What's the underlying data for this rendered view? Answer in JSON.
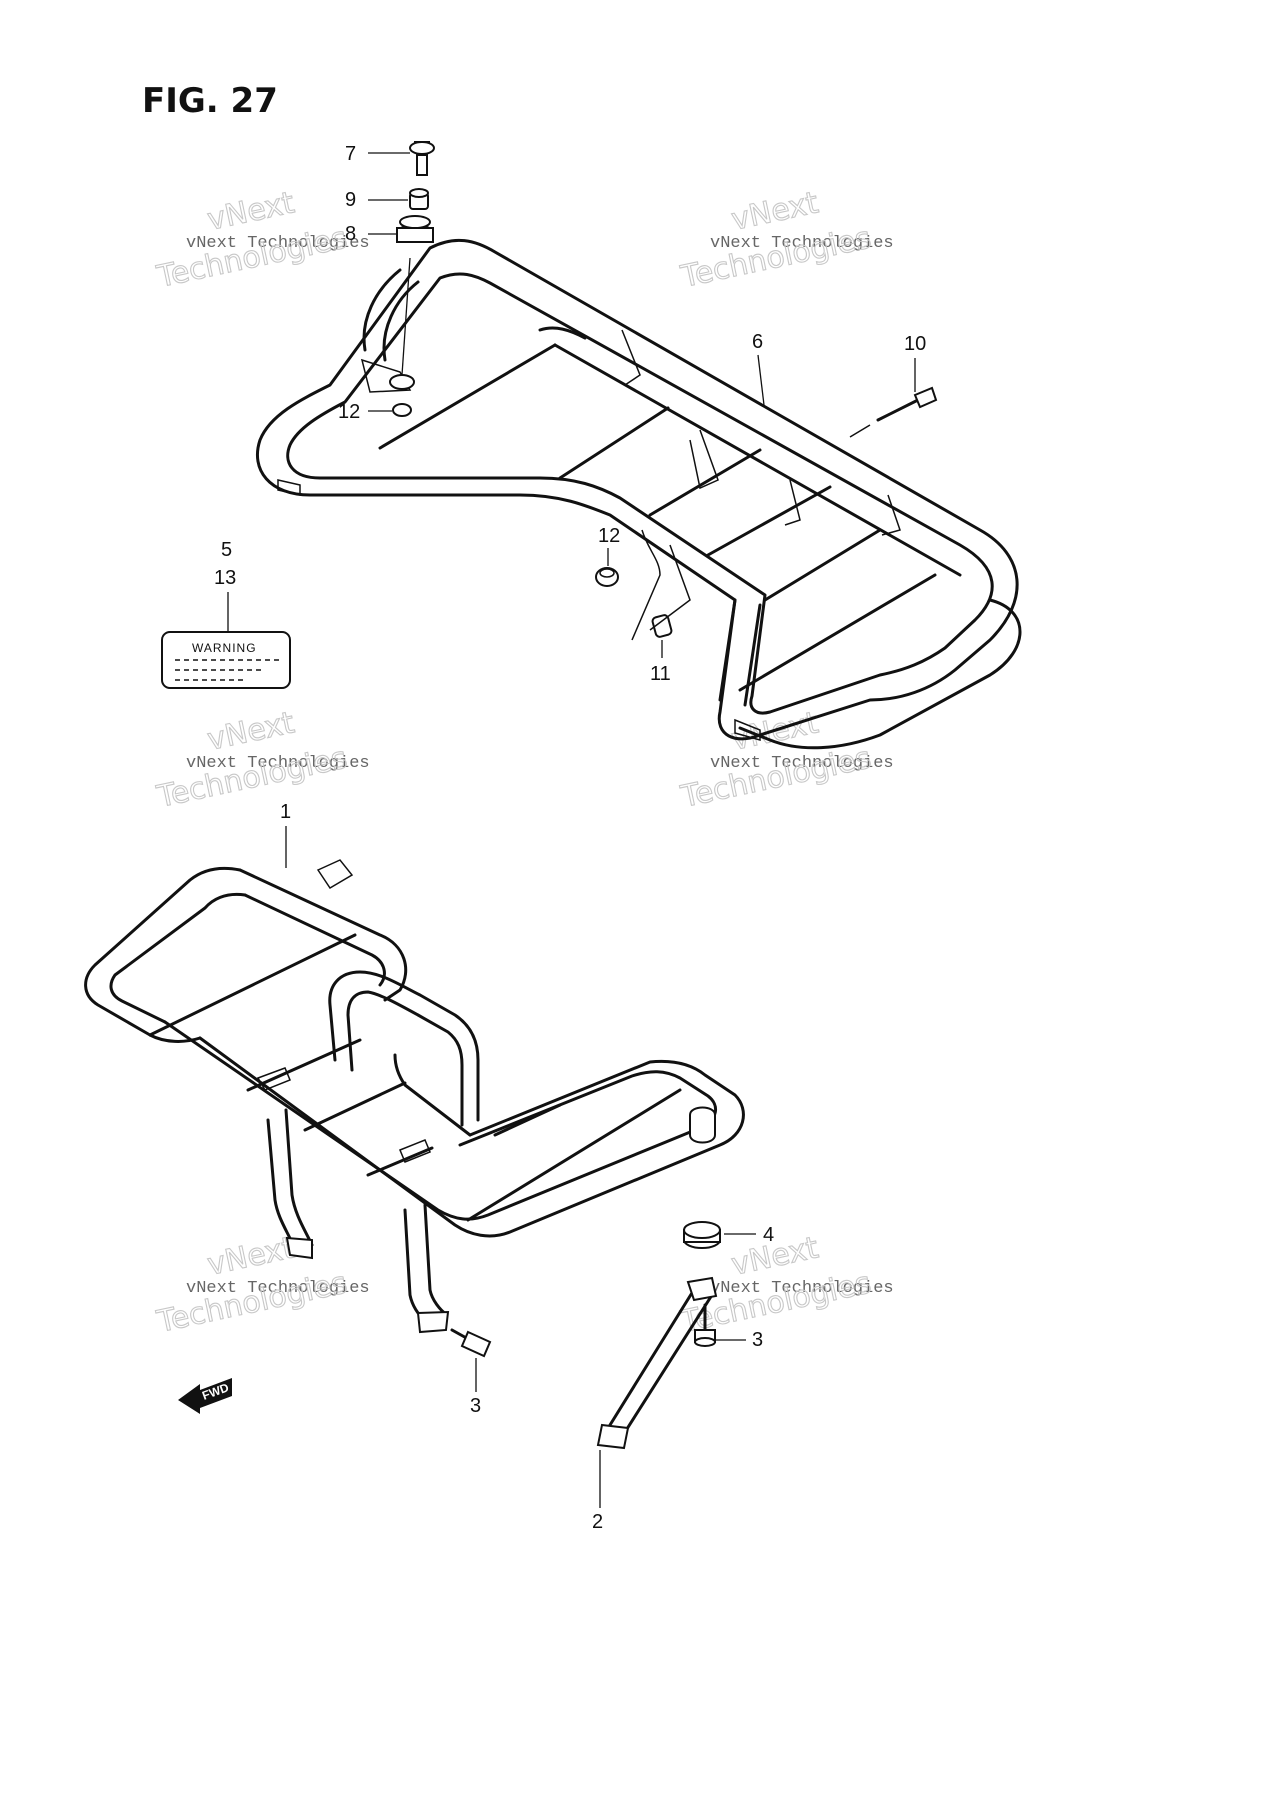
{
  "figure": {
    "title": "FIG. 27"
  },
  "callouts": {
    "c1": "1",
    "c2": "2",
    "c3a": "3",
    "c3b": "3",
    "c4": "4",
    "c5": "5",
    "c6": "6",
    "c7": "7",
    "c8": "8",
    "c9": "9",
    "c10": "10",
    "c11": "11",
    "c12a": "12",
    "c12b": "12",
    "c13": "13"
  },
  "warning_label": {
    "heading": "WARNING"
  },
  "fwd_arrow": {
    "text": "FWD"
  },
  "watermark": {
    "small": "vNext Technologies",
    "big": "Technologies",
    "top": "vNext"
  }
}
